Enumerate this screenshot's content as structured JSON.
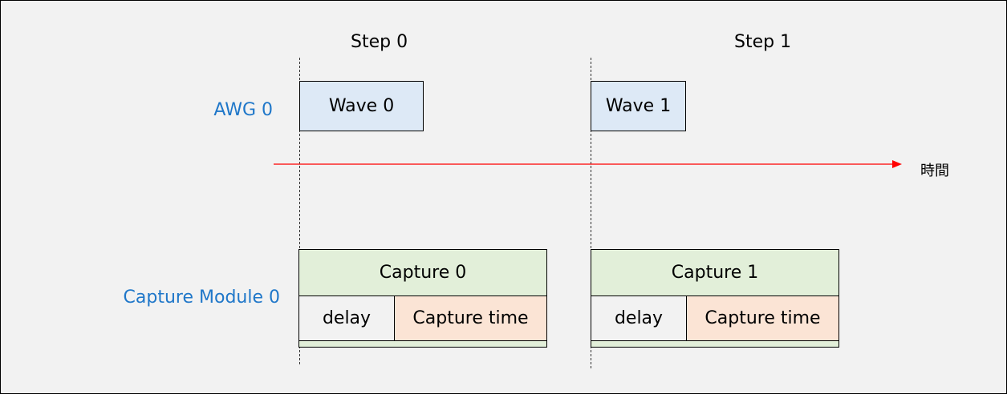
{
  "steps": [
    {
      "label": "Step 0"
    },
    {
      "label": "Step 1"
    }
  ],
  "rows": {
    "awg": "AWG 0",
    "capture": "Capture Module 0"
  },
  "waves": [
    {
      "label": "Wave 0"
    },
    {
      "label": "Wave 1"
    }
  ],
  "captures": [
    {
      "title": "Capture 0",
      "delay": "delay",
      "time": "Capture time"
    },
    {
      "title": "Capture 1",
      "delay": "delay",
      "time": "Capture time"
    }
  ],
  "time_axis": {
    "label": "時間"
  },
  "colors": {
    "background": "#f2f2f2",
    "row_label": "#1f77c9",
    "wave_fill": "#dde9f6",
    "capture_fill": "#e2efd9",
    "capture_time_fill": "#fbe4d5",
    "axis": "#ff0000"
  }
}
